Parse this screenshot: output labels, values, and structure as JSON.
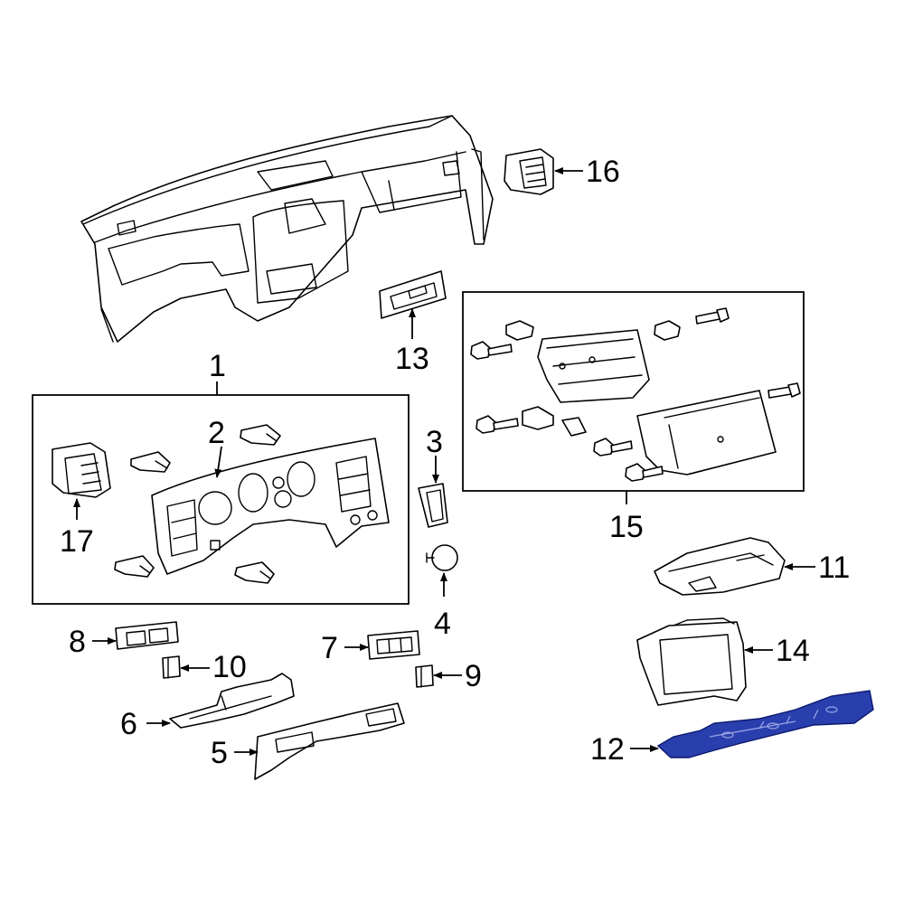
{
  "callouts": {
    "c1": "1",
    "c2": "2",
    "c3": "3",
    "c4": "4",
    "c5": "5",
    "c6": "6",
    "c7": "7",
    "c8": "8",
    "c9": "9",
    "c10": "10",
    "c11": "11",
    "c12": "12",
    "c13": "13",
    "c14": "14",
    "c15": "15",
    "c16": "16",
    "c17": "17"
  },
  "highlight": {
    "part": "12",
    "color": "#2a3fae"
  }
}
